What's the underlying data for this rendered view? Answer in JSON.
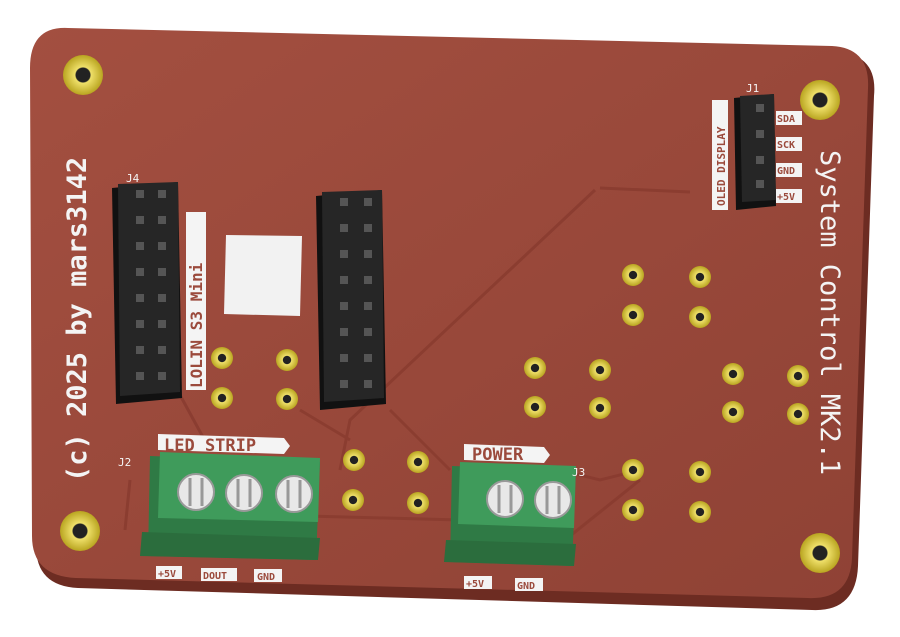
{
  "board": {
    "side_text": "(c) 2025 by mars3142",
    "right_text": "System Control MK2.1",
    "colors": {
      "pcb": "#9b4a3c",
      "pcb_edge": "#7a3327",
      "silk": "#f2f2f2",
      "pad_gold": "#d8c43a",
      "header_black": "#1b1b1b",
      "terminal_green": "#3f9b5b"
    }
  },
  "headers": {
    "j4": {
      "ref": "J4",
      "label": "LOLIN S3 Mini"
    },
    "j1": {
      "ref": "J1",
      "label": "OLED DISPLAY",
      "pins": [
        "SDA",
        "SCK",
        "GND",
        "+5V"
      ]
    }
  },
  "terminals": {
    "j2": {
      "ref": "J2",
      "label": "LED STRIP",
      "pins": [
        "+5V",
        "DOUT",
        "GND"
      ]
    },
    "j3": {
      "ref": "J3",
      "label": "POWER",
      "pins": [
        "+5V",
        "GND"
      ]
    }
  }
}
